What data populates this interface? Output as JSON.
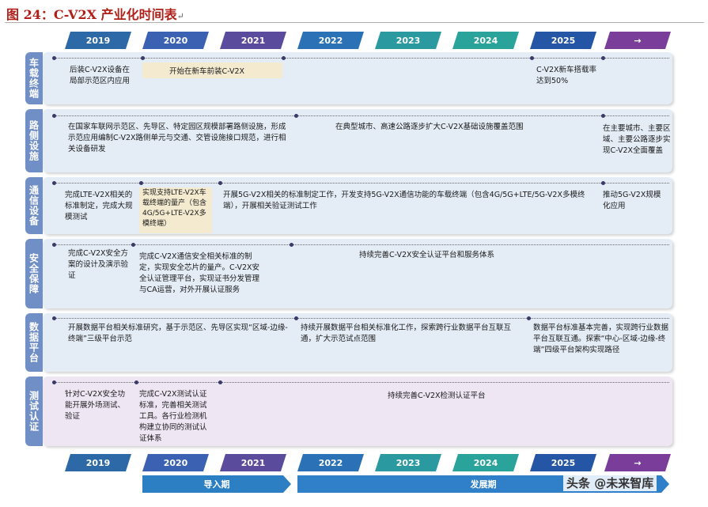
{
  "title": "图 24：C-V2X 产业化时间表",
  "title_mark": "↵",
  "years": [
    "2019",
    "2020",
    "2021",
    "2022",
    "2023",
    "2024",
    "2025",
    "→"
  ],
  "colors": {
    "year_bgs": [
      "#2d69a6",
      "#3b62b2",
      "#5a4b9c",
      "#2a71b6",
      "#2a9aa0",
      "#2aa39a",
      "#2556a6",
      "#7a3e9a"
    ],
    "tab": "#6f8fc6",
    "row_bgs": [
      "#e4ecf6",
      "#e4ecf6",
      "#e4ecf6",
      "#e4ecf6",
      "#e4ecf6",
      "#efe6f4"
    ],
    "highlight": "#f3ead0",
    "title": "#b02018"
  },
  "rows": [
    {
      "category": "车载终端",
      "cells": [
        "后装C-V2X设备在局部示范区内应用",
        "开始在新车前装C-V2X",
        "C-V2X新车搭载率达到50%"
      ]
    },
    {
      "category": "路侧设施",
      "cells": [
        "在国家车联网示范区、先导区、特定园区规模部署路侧设施，形成示范应用编制C-V2X路侧单元与交通、交管设施接口规范，进行相关设备研发",
        "在典型城市、高速公路逐步扩大C-V2X基础设施覆盖范围",
        "在主要城市、主要区域、主要公路逐步实现C-V2X全面覆盖"
      ]
    },
    {
      "category": "通信设备",
      "cells": [
        "完成LTE-V2X相关的标准制定，完成大规模测试",
        "实现支持LTE-V2X车载终端的量产（包含4G/5G+LTE-V2X多模终端）",
        "开展5G-V2X相关的标准制定工作，开发支持5G-V2X通信功能的车载终端（包含4G/5G+LTE/5G-V2X多模终端），开展相关验证测试工作",
        "推动5G-V2X规模化应用"
      ]
    },
    {
      "category": "安全保障",
      "cells": [
        "完成C-V2X安全方案的设计及演示验证",
        "完成C-V2X通信安全相关标准的制定，实现安全芯片的量产。C-V2X安全认证管理平台，实现证书分发管理与CA运营，对外开展认证服务",
        "持续完善C-V2X安全认证平台和服务体系"
      ]
    },
    {
      "category": "数据平台",
      "cells": [
        "开展数据平台相关标准研究，基于示范区、先导区实现“区域-边缘-终端”三级平台示范",
        "持续开展数据平台相关标准化工作，探索跨行业数据平台互联互通，扩大示范试点范围",
        "数据平台标准基本完善，实现跨行业数据平台互联互通。探索“中心-区域-边缘-终端”四级平台架构实现路径"
      ]
    },
    {
      "category": "测试认证",
      "cells": [
        "针对C-V2X安全功能开展外场测试、验证",
        "完成C-V2X测试认证标准，完善相关测试工具。各行业检测机构建立协同的测试认证体系",
        "持续完善C-V2X检测认证平台"
      ]
    }
  ],
  "phases": [
    {
      "label": "导入期",
      "color": "#2d7fc4"
    },
    {
      "label": "发展期",
      "color": "#2f80c8"
    }
  ],
  "watermark": "头条 @未来智库"
}
